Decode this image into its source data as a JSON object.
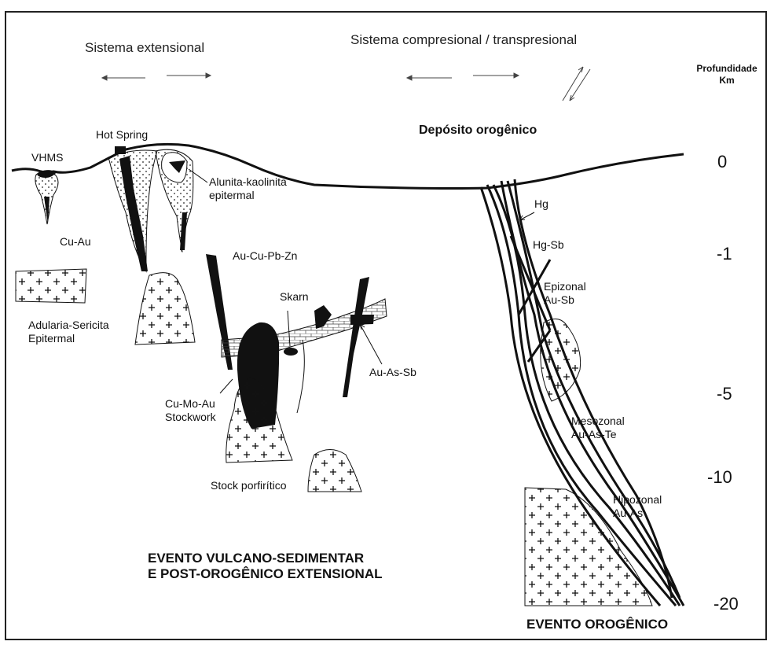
{
  "headers": {
    "extensional": "Sistema extensional",
    "compressional": "Sistema compresional / transpresional",
    "depth_title": "Profundidade",
    "depth_unit": "Km"
  },
  "labels": {
    "vhms": "VHMS",
    "hot_spring": "Hot Spring",
    "orogenic_deposit": "Depósito orogênico",
    "alunita_1": "Alunita-kaolinita",
    "alunita_2": "epitermal",
    "cu_au": "Cu-Au",
    "au_cu_pb_zn": "Au-Cu-Pb-Zn",
    "skarn": "Skarn",
    "adularia_1": "Adularia-Sericita",
    "adularia_2": "Epitermal",
    "cu_mo_au_1": "Cu-Mo-Au",
    "cu_mo_au_2": "Stockwork",
    "au_as_sb": "Au-As-Sb",
    "stock": "Stock porfirítico",
    "hg": "Hg",
    "hg_sb": "Hg-Sb",
    "epizonal_1": "Epizonal",
    "epizonal_2": "Au-Sb",
    "mesozonal_1": "Mesozonal",
    "mesozonal_2": "Au-As-Te",
    "hipozonal_1": "Hipozonal",
    "hipozonal_2": "Au-As"
  },
  "events": {
    "volcano_1": "EVENTO VULCANO-SEDIMENTAR",
    "volcano_2": "E POST-OROGÊNICO EXTENSIONAL",
    "orogenic": "EVENTO OROGÊNICO"
  },
  "depth_scale": [
    "0",
    "-1",
    "-5",
    "-10",
    "-20"
  ]
}
